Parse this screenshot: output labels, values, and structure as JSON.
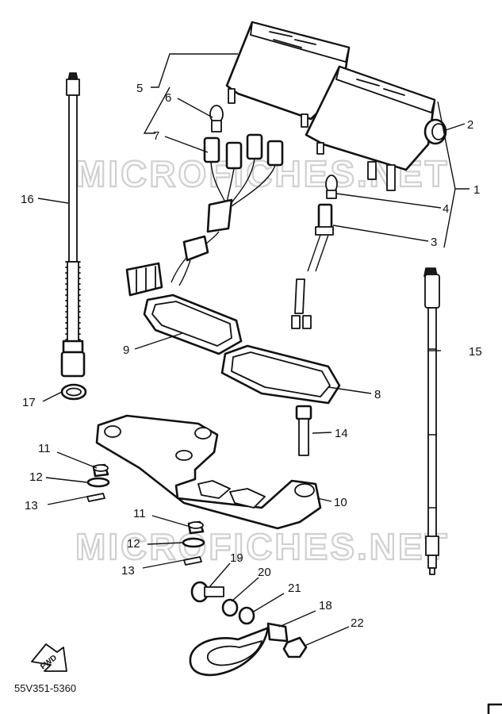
{
  "watermark": "MICROFICHES.NET",
  "diagram_code": "55V351-5360",
  "fwd_label": "FWD",
  "callouts": {
    "c1": "1",
    "c2": "2",
    "c3": "3",
    "c4": "4",
    "c5": "5",
    "c6": "6",
    "c7": "7",
    "c8": "8",
    "c9": "9",
    "c10": "10",
    "c11a": "11",
    "c11b": "11",
    "c12a": "12",
    "c12b": "12",
    "c13a": "13",
    "c13b": "13",
    "c14": "14",
    "c15": "15",
    "c16": "16",
    "c17": "17",
    "c18": "18",
    "c19": "19",
    "c20": "20",
    "c21": "21",
    "c22": "22"
  }
}
